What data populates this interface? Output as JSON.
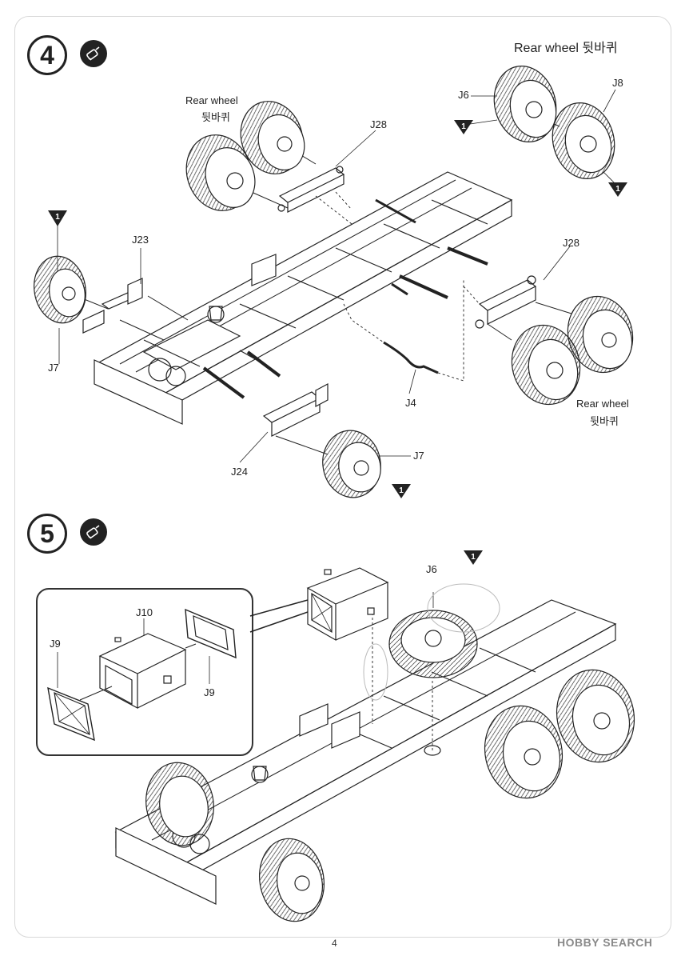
{
  "steps": {
    "step4": {
      "number": "4",
      "glue_icon": "glue-tube-icon",
      "labels": {
        "rear_wheel_top_right": "Rear wheel 뒷바퀴",
        "rear_wheel_left_en": "Rear wheel",
        "rear_wheel_left_kr": "뒷바퀴",
        "j28_top": "J28",
        "j6": "J6",
        "j8": "J8",
        "j23": "J23",
        "j7_left": "J7",
        "j28_right": "J28",
        "j4": "J4",
        "rear_wheel_right_en": "Rear wheel",
        "rear_wheel_right_kr": "뒷바퀴",
        "j7_bottom": "J7",
        "j24": "J24"
      },
      "markers": [
        "1",
        "1",
        "1",
        "1"
      ]
    },
    "step5": {
      "number": "5",
      "glue_icon": "glue-tube-icon",
      "labels": {
        "j6": "J6",
        "j10": "J10",
        "j9_left": "J9",
        "j9_right": "J9"
      },
      "markers": [
        "1"
      ]
    }
  },
  "footer": {
    "page_number": "4",
    "watermark": "HOBBY SEARCH"
  }
}
